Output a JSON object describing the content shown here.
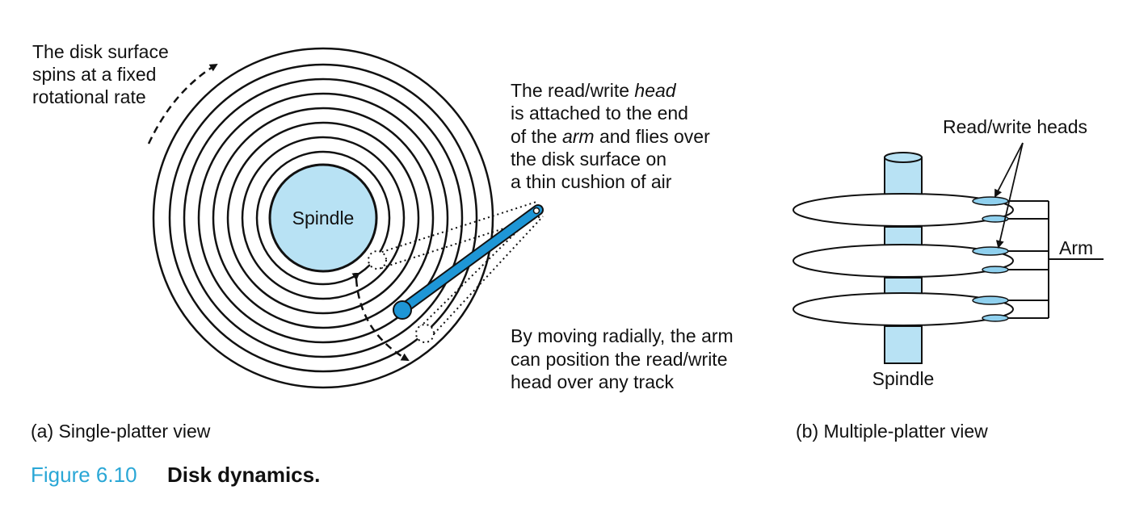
{
  "single_platter": {
    "rotation_note": [
      "The disk surface",
      "spins at a fixed",
      "rotational rate"
    ],
    "spindle_label": "Spindle",
    "head_note": {
      "line1": [
        "The read/write ",
        "head"
      ],
      "line2": "is attached to the end",
      "line3": [
        "of the ",
        "arm",
        " and flies over"
      ],
      "line4": "the disk surface on",
      "line5": "a thin cushion of air"
    },
    "arm_note": [
      "By moving radially, the arm",
      "can position the read/write",
      "head over any track"
    ],
    "subcaption": "(a) Single-platter view"
  },
  "multi_platter": {
    "heads_label": "Read/write heads",
    "arm_label": "Arm",
    "spindle_label": "Spindle",
    "subcaption": "(b) Multiple-platter view"
  },
  "figure": {
    "number": "Figure 6.10",
    "title": "Disk dynamics."
  },
  "colors": {
    "accent_blue": "#1e96d6",
    "light_blue": "#b8e2f4",
    "caption_blue": "#2aa7d6"
  }
}
